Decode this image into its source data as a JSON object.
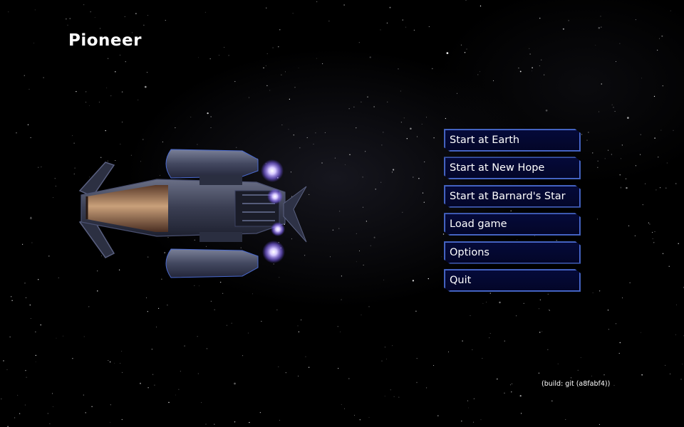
{
  "title": "Pioneer",
  "menu": {
    "items": [
      {
        "label": "Start at Earth",
        "name": "start-earth-button"
      },
      {
        "label": "Start at New Hope",
        "name": "start-new-hope-button"
      },
      {
        "label": "Start at Barnard's Star",
        "name": "start-barnards-star-button"
      },
      {
        "label": "Load game",
        "name": "load-game-button"
      },
      {
        "label": "Options",
        "name": "options-button"
      },
      {
        "label": "Quit",
        "name": "quit-button"
      }
    ]
  },
  "build": "(build: git (a8fabf4))",
  "colors": {
    "button_fill": "#040a36",
    "button_border": "#3d5ab0",
    "text": "#ffffff",
    "background": "#000000",
    "engine_glow": "#b8a0ff"
  },
  "icons": {
    "ship": "spaceship-illustration"
  }
}
